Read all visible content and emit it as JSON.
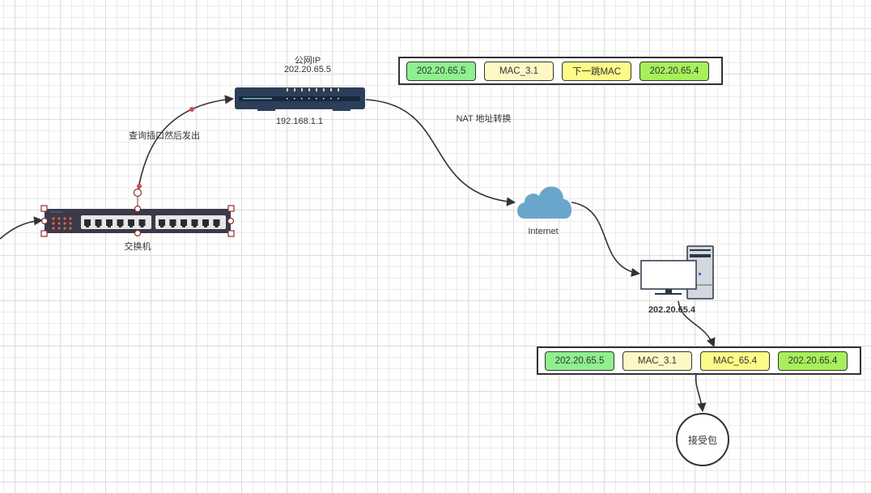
{
  "diagram": {
    "router": {
      "title": "公网IP",
      "public_ip": "202.20.65.5",
      "lan_ip": "192.168.1.1"
    },
    "switch": {
      "label": "交换机"
    },
    "edge_label_switch_to_router": "查询插口然后发出",
    "nat_label": "NAT 地址转换",
    "cloud": {
      "label": "Internet"
    },
    "server": {
      "label": "202.20.65.4"
    },
    "receive_node": {
      "label": "接受包"
    },
    "packet_top": {
      "fields": [
        {
          "text": "202.20.65.5",
          "color": "#8ef08e"
        },
        {
          "text": "MAC_3.1",
          "color": "#fff8c4"
        },
        {
          "text": "下一跳MAC",
          "color": "#fdfb88"
        },
        {
          "text": "202.20.65.4",
          "color": "#a7f05a"
        }
      ]
    },
    "packet_bottom": {
      "fields": [
        {
          "text": "202.20.65.5",
          "color": "#8ef08e"
        },
        {
          "text": "MAC_3.1",
          "color": "#fff8c4"
        },
        {
          "text": "MAC_65.4",
          "color": "#fdfb88"
        },
        {
          "text": "202.20.65.4",
          "color": "#a7f05a"
        }
      ]
    },
    "colors": {
      "edge": "#333333",
      "router_body": "#2c3e5a",
      "switch_body": "#3a3a4a",
      "switch_leds": "#e8603c",
      "cloud": "#6aa6cc",
      "selection": "#8b2e2e",
      "waypoint": "#d94c4c"
    }
  }
}
